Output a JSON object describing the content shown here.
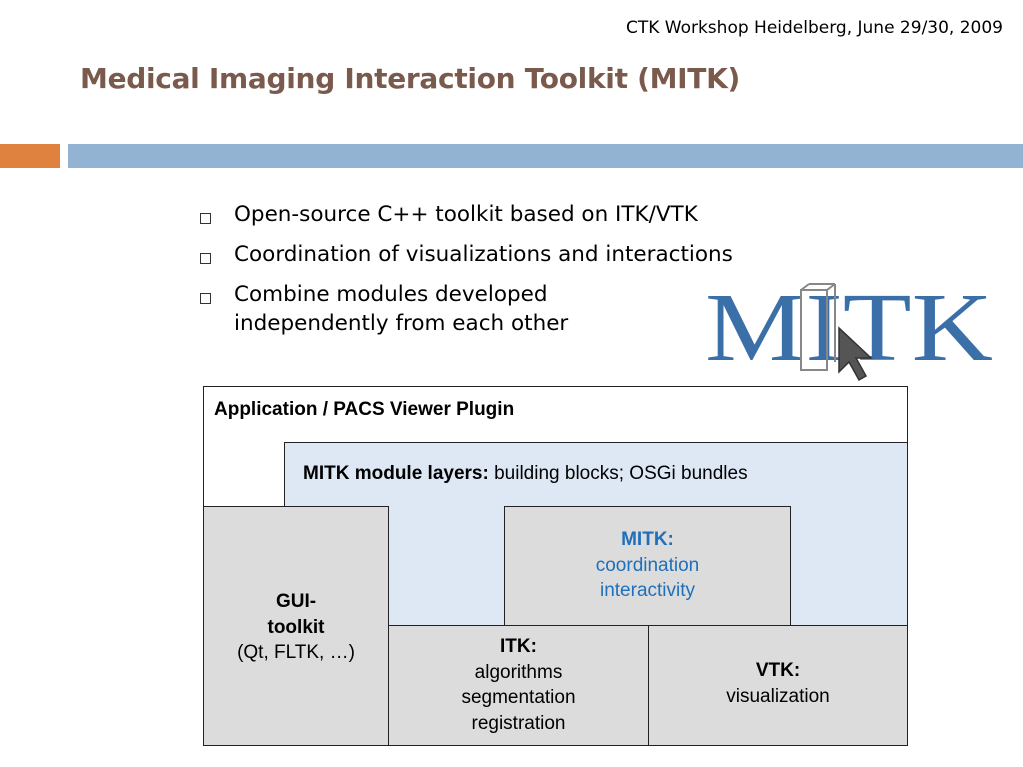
{
  "header": {
    "event": "CTK Workshop Heidelberg, June 29/30, 2009",
    "title": "Medical Imaging Interaction Toolkit (MITK)"
  },
  "colors": {
    "title": "#7a5a4c",
    "accent_orange": "#e0823f",
    "accent_blue": "#92b4d2",
    "mitk_text": "#1f6fba"
  },
  "bullets": [
    {
      "lines": [
        "Open-source C++ toolkit based on ITK/VTK"
      ]
    },
    {
      "lines": [
        "Coordination of visualizations and interactions"
      ]
    },
    {
      "lines": [
        "Combine modules developed",
        "independently from each other"
      ]
    }
  ],
  "logo": {
    "text": "MITK",
    "icon": "cursor-arrow-icon"
  },
  "diagram": {
    "application": "Application / PACS Viewer Plugin",
    "module_layers": {
      "bold": "MITK module layers:",
      "rest": " building blocks; OSGi bundles"
    },
    "gui": {
      "title_1": "GUI-",
      "title_2": "toolkit",
      "detail": "(Qt, FLTK, …)"
    },
    "mitk": {
      "title": "MITK:",
      "line1": "coordination",
      "line2": "interactivity"
    },
    "itk": {
      "title": "ITK:",
      "line1": "algorithms",
      "line2": "segmentation",
      "line3": "registration"
    },
    "vtk": {
      "title": "VTK:",
      "line1": "visualization"
    }
  }
}
